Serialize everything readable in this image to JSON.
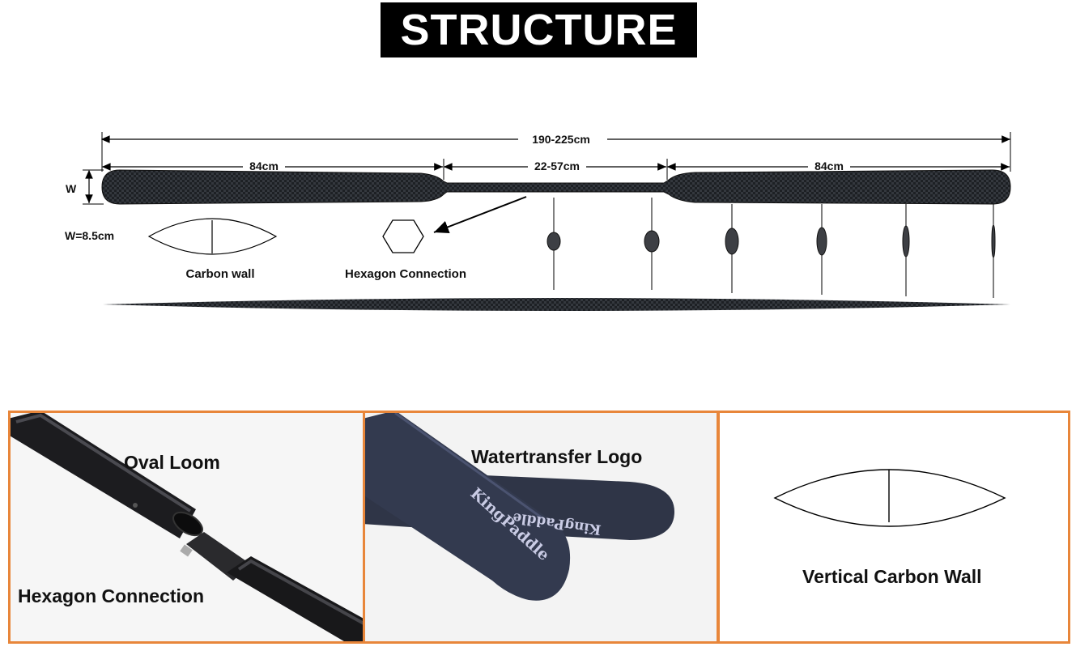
{
  "title": "STRUCTURE",
  "dimensions": {
    "total_length": "190-225cm",
    "blade_left": "84cm",
    "shaft": "22-57cm",
    "blade_right": "84cm",
    "width_symbol": "W",
    "width_value": "W=8.5cm"
  },
  "labels": {
    "carbon_wall": "Carbon wall",
    "hexagon_connection": "Hexagon Connection"
  },
  "panels": [
    {
      "caption_top": "Oval Loom",
      "caption_bottom": "Hexagon Connection"
    },
    {
      "caption_top": "Watertransfer Logo",
      "logo_text": "KingPaddle"
    },
    {
      "caption_bottom": "Vertical Carbon Wall"
    }
  ],
  "colors": {
    "accent_border": "#e8863a",
    "carbon": "#1f2226",
    "blade_blue": "#2e3446"
  }
}
